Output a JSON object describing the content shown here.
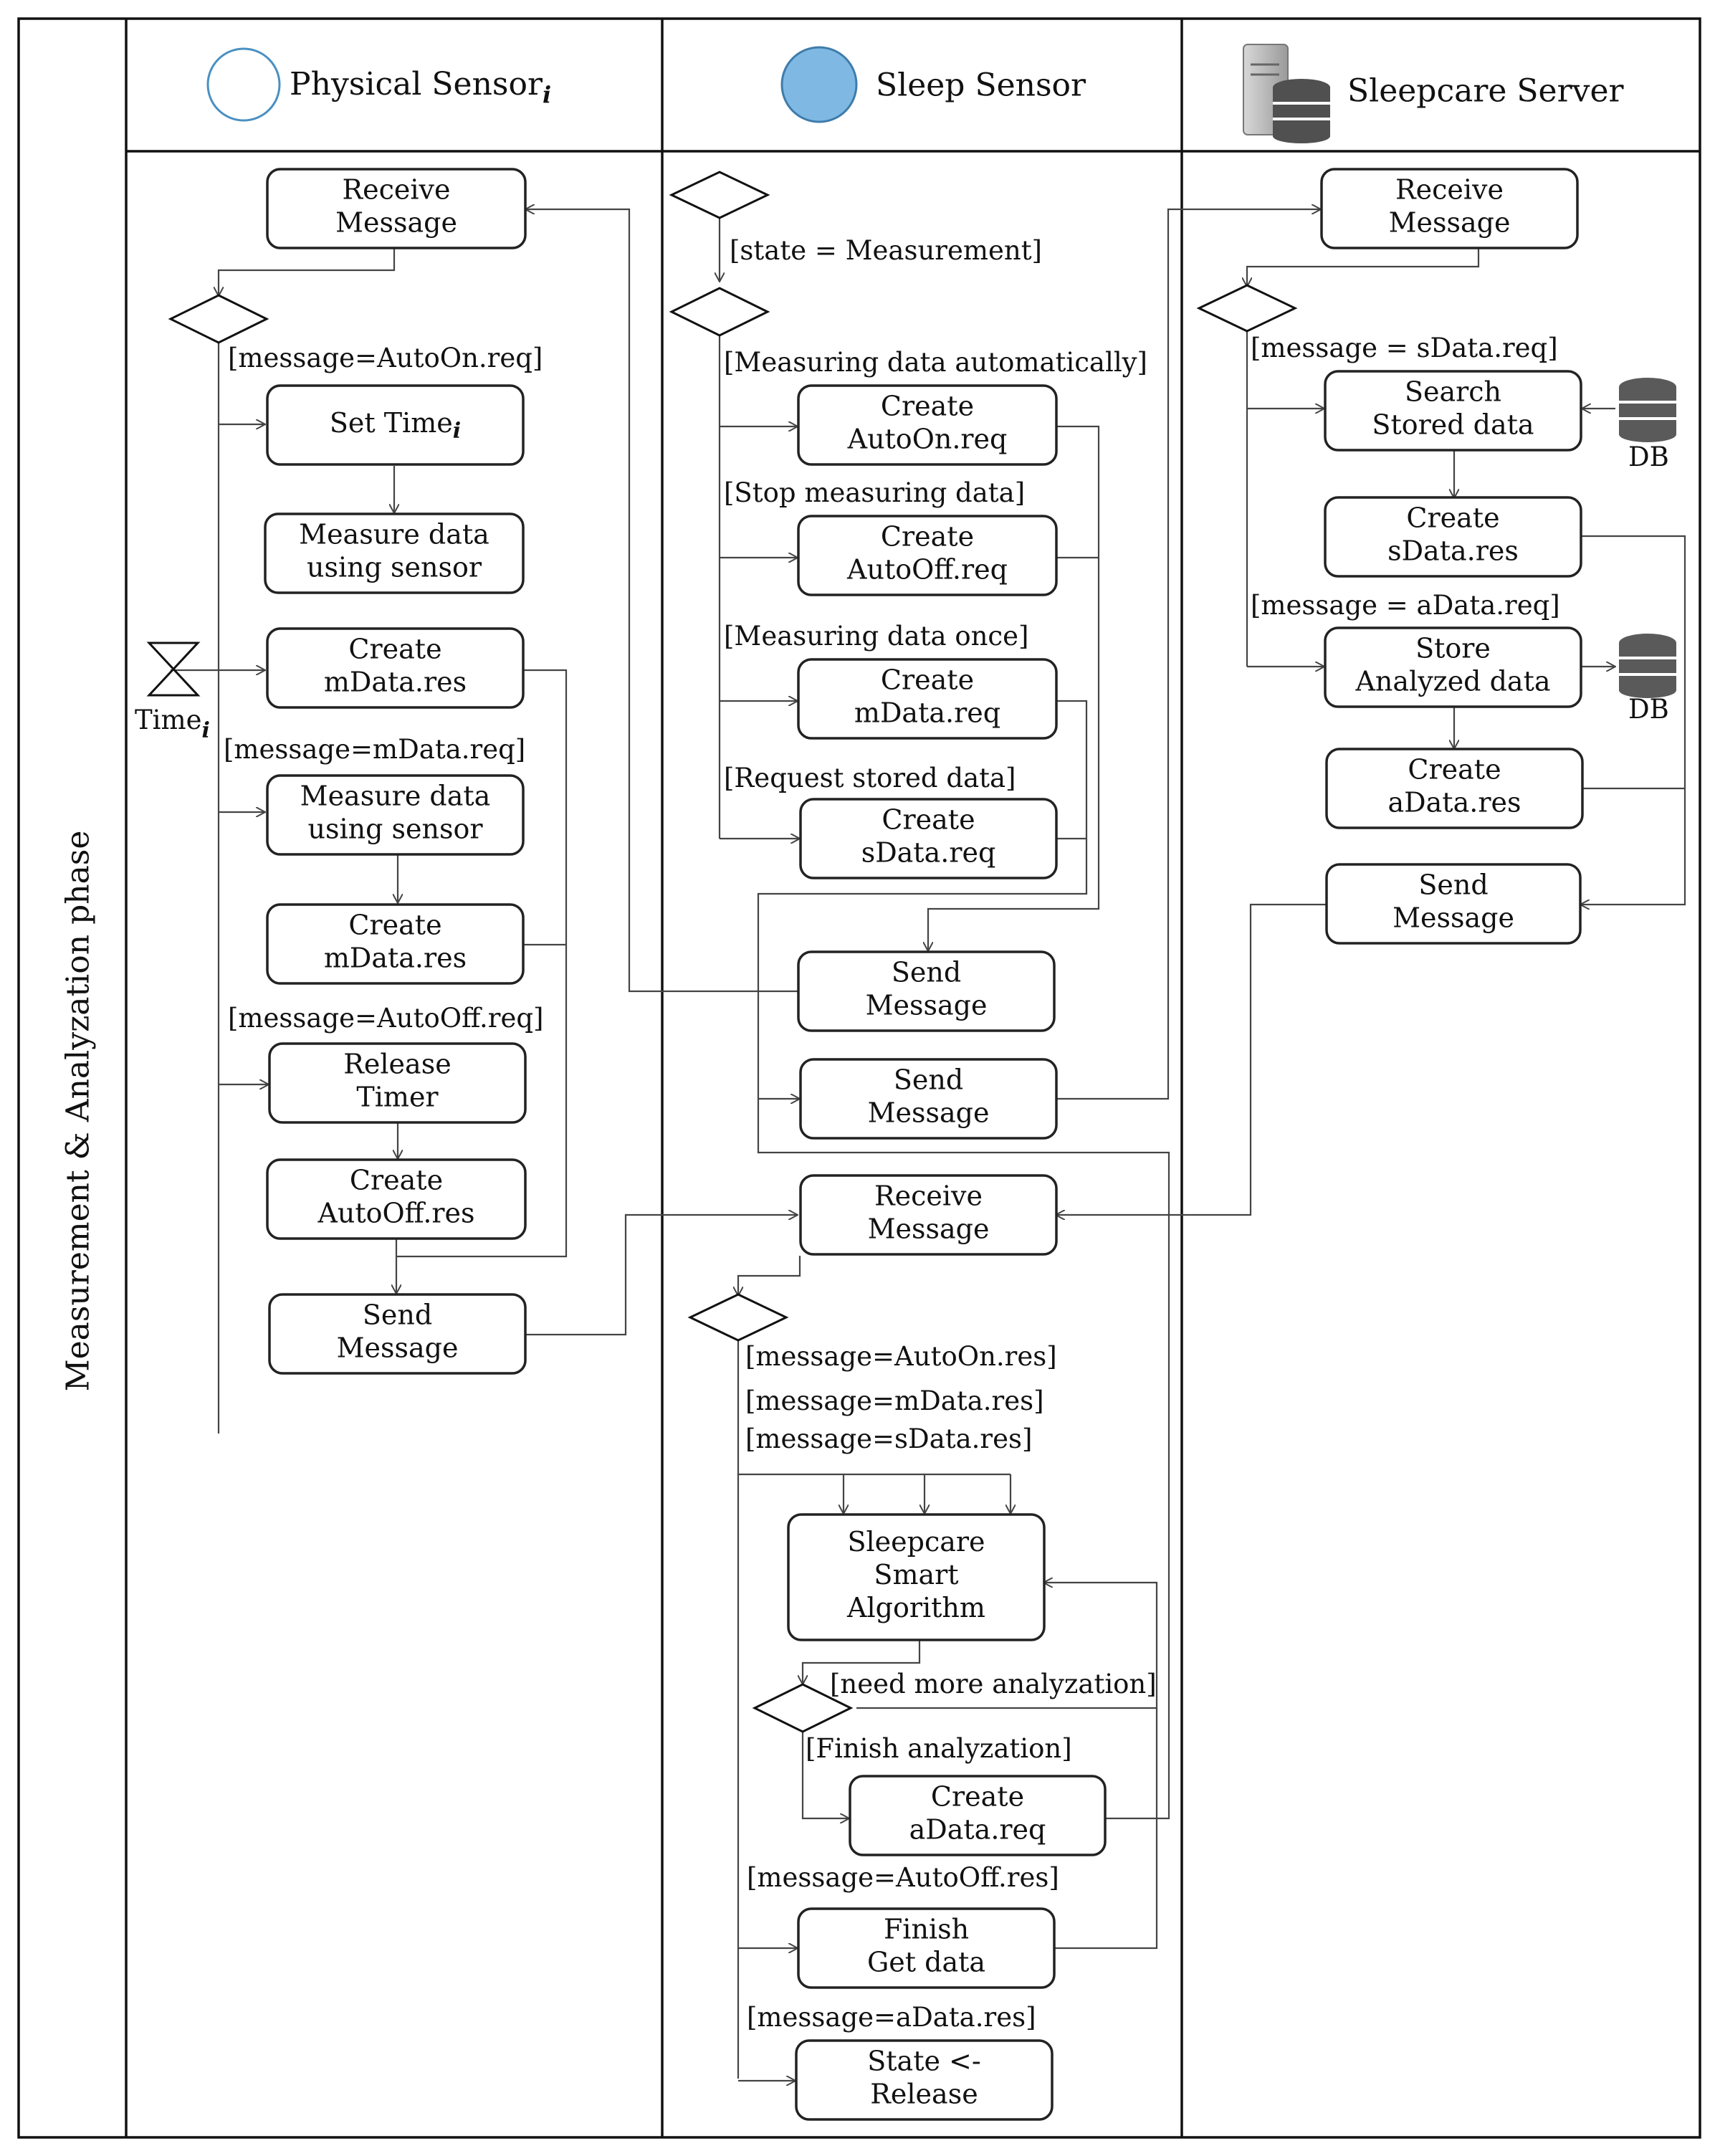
{
  "phase_label": "Measurement & Analyzation phase",
  "lanes": {
    "physical": {
      "title": "Physical Sensor",
      "subscript": "i"
    },
    "sleep": {
      "title": "Sleep Sensor"
    },
    "server": {
      "title": "Sleepcare Server"
    }
  },
  "colors": {
    "sleep_sensor_circle": "#7fb8e2",
    "physical_circle_stroke": "#4a90c2"
  },
  "icons": {
    "server": "server-icon",
    "database": "database-icon",
    "timer": "hourglass-icon"
  },
  "nodes": {
    "ps_receive": [
      "Receive",
      "Message"
    ],
    "ps_settime": [
      "Set Time",
      "i"
    ],
    "ps_measure1": [
      "Measure data",
      "using sensor"
    ],
    "ps_create_mdata1": [
      "Create",
      "mData.res"
    ],
    "ps_measure2": [
      "Measure data",
      "using sensor"
    ],
    "ps_create_mdata2": [
      "Create",
      "mData.res"
    ],
    "ps_release": [
      "Release",
      "Timer"
    ],
    "ps_create_autooff": [
      "Create",
      "AutoOff.res"
    ],
    "ps_send": [
      "Send",
      "Message"
    ],
    "ss_create_autoon": [
      "Create",
      "AutoOn.req"
    ],
    "ss_create_autooff": [
      "Create",
      "AutoOff.req"
    ],
    "ss_create_mdata": [
      "Create",
      "mData.req"
    ],
    "ss_create_sdata": [
      "Create",
      "sData.req"
    ],
    "ss_send1": [
      "Send",
      "Message"
    ],
    "ss_send2": [
      "Send",
      "Message"
    ],
    "ss_receive": [
      "Receive",
      "Message"
    ],
    "ss_algorithm": [
      "Sleepcare",
      "Smart",
      "Algorithm"
    ],
    "ss_create_adata": [
      "Create",
      "aData.req"
    ],
    "ss_finish": [
      "Finish",
      "Get data"
    ],
    "ss_state": [
      "State <-",
      "Release"
    ],
    "sv_receive": [
      "Receive",
      "Message"
    ],
    "sv_search": [
      "Search",
      "Stored data"
    ],
    "sv_create_sdata": [
      "Create",
      "sData.res"
    ],
    "sv_store": [
      "Store",
      "Analyzed data"
    ],
    "sv_create_adata": [
      "Create",
      "aData.res"
    ],
    "sv_send": [
      "Send",
      "Message"
    ]
  },
  "guards": {
    "ps_autoon": "[message=AutoOn.req]",
    "ps_mdata": "[message=mData.req]",
    "ps_autooff": "[message=AutoOff.req]",
    "ss_state": "[state = Measurement]",
    "ss_auto": "[Measuring data automatically]",
    "ss_stop": "[Stop measuring data]",
    "ss_once": "[Measuring data once]",
    "ss_request": "[Request stored data]",
    "ss_autoon_res": "[message=AutoOn.res]",
    "ss_mdata_res": "[message=mData.res]",
    "ss_sdata_res": "[message=sData.res]",
    "ss_more": "[need more analyzation]",
    "ss_finish": "[Finish analyzation]",
    "ss_autooff_res": "[message=AutoOff.res]",
    "ss_adata_res": "[message=aData.res]",
    "sv_sdata_req": "[message = sData.req]",
    "sv_adata_req": "[message = aData.req]"
  },
  "timer_label": {
    "text": "Time",
    "subscript": "i"
  },
  "db_label": "DB"
}
